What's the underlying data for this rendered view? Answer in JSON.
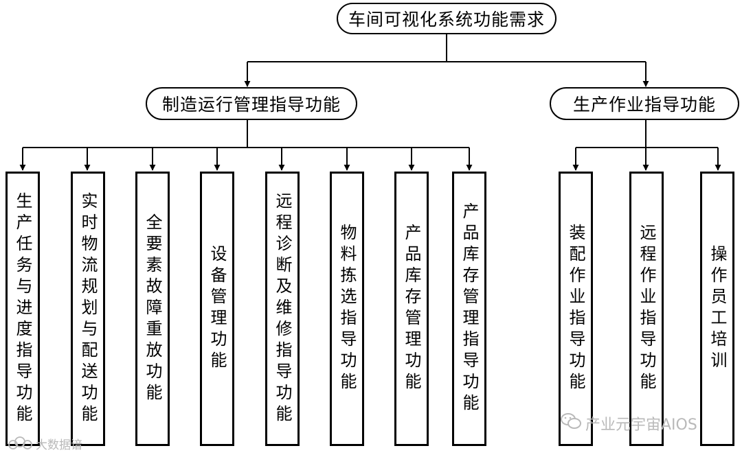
{
  "root": {
    "label": "车间可视化系统功能需求"
  },
  "groups": [
    {
      "label": "制造运行管理指导功能",
      "children": [
        "生产任务与进度指导功能",
        "实时物流规划与配送功能",
        "全要素故障重放功能",
        "设备管理功能",
        "远程诊断及维修指导功能",
        "物料拣选指导功能",
        "产品库存管理功能",
        "产品库存管理指导功能"
      ]
    },
    {
      "label": "生产作业指导功能",
      "children": [
        "装配作业指导功能",
        "远程作业指导功能",
        "操作员工培训"
      ]
    }
  ],
  "watermarks": {
    "right": "产业元宇宙AIOS",
    "left": "大数据谙"
  },
  "icons": {
    "right": "wechat-icon",
    "left": "cloud-logo-icon"
  },
  "colors": {
    "line": "#000000",
    "watermark": "#b9b9b9"
  }
}
